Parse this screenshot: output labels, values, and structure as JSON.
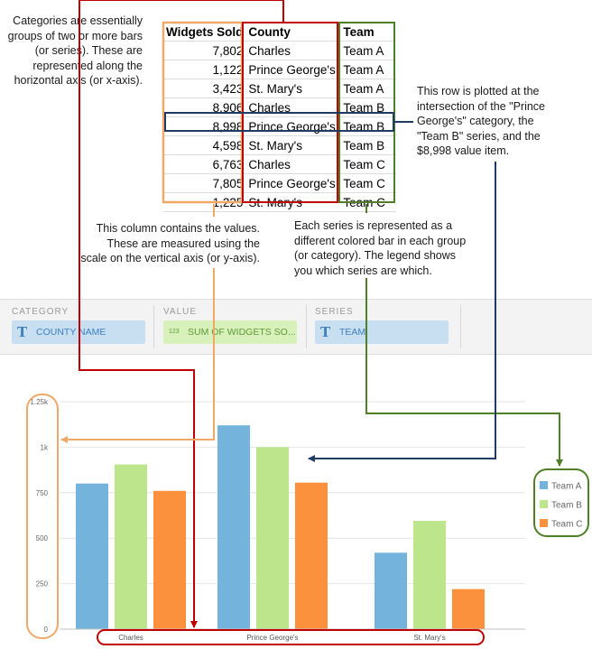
{
  "annotations": {
    "categories": [
      "Categories are essentially",
      "groups of two or more bars",
      "(or series). These are",
      "represented along the",
      "horizontal axis (or x-axis)."
    ],
    "values_column": [
      "This column contains the values.",
      "These are measured using the",
      "scale on the vertical axis (or y-axis)."
    ],
    "series": [
      "Each series is represented as a",
      "different colored bar in each group",
      "(or category). The legend shows",
      "you which series are which."
    ],
    "row": [
      "This row is plotted at the",
      "intersection of the \"Prince",
      "George's\" category, the",
      "\"Team B\" series, and the",
      "$8,998 value item."
    ]
  },
  "table": {
    "headers": [
      "Widgets Sold",
      "County",
      "Team"
    ],
    "rows": [
      [
        "7,802",
        "Charles",
        "Team A"
      ],
      [
        "1,122",
        "Prince George's",
        "Team A"
      ],
      [
        "3,423",
        "St. Mary's",
        "Team A"
      ],
      [
        "8,906",
        "Charles",
        "Team B"
      ],
      [
        "8,998",
        "Prince George's",
        "Team B"
      ],
      [
        "4,598",
        "St. Mary's",
        "Team B"
      ],
      [
        "6,763",
        "Charles",
        "Team C"
      ],
      [
        "7,805",
        "Prince George's",
        "Team C"
      ],
      [
        "1,225",
        "St. Mary's",
        "Team C"
      ]
    ]
  },
  "field_wells": {
    "category": {
      "title": "CATEGORY",
      "icon": "text-type-icon",
      "glyph": "T",
      "field": "COUNTY NAME"
    },
    "value": {
      "title": "VALUE",
      "icon": "numeric-type-icon",
      "glyph": "123",
      "field": "SUM OF WIDGETS SO..."
    },
    "series": {
      "title": "SERIES",
      "icon": "text-type-icon",
      "glyph": "T",
      "field": "TEAM"
    }
  },
  "colors": {
    "orange_callout": "#f0a868",
    "red_callout": "#c00000",
    "green_callout": "#4f7f26",
    "blue_callout": "#1f3b64",
    "team_a": "#74b3db",
    "team_b": "#bde58c",
    "team_c": "#fb913c",
    "category_pill": "#c8dff2",
    "value_pill": "#d8f0b9"
  },
  "chart_data": {
    "type": "bar",
    "categories": [
      "Charles",
      "Prince George's",
      "St. Mary's"
    ],
    "series": [
      {
        "name": "Team A",
        "values": [
          800,
          1120,
          420
        ]
      },
      {
        "name": "Team B",
        "values": [
          905,
          1000,
          595
        ]
      },
      {
        "name": "Team C",
        "values": [
          760,
          805,
          220
        ]
      }
    ],
    "yticks": [
      0,
      250,
      500,
      750,
      1000,
      1250
    ],
    "ytick_labels": [
      "0",
      "250",
      "500",
      "750",
      "1k",
      "1.25k"
    ],
    "ylim": [
      0,
      1250
    ],
    "grid": true,
    "legend": "right"
  }
}
